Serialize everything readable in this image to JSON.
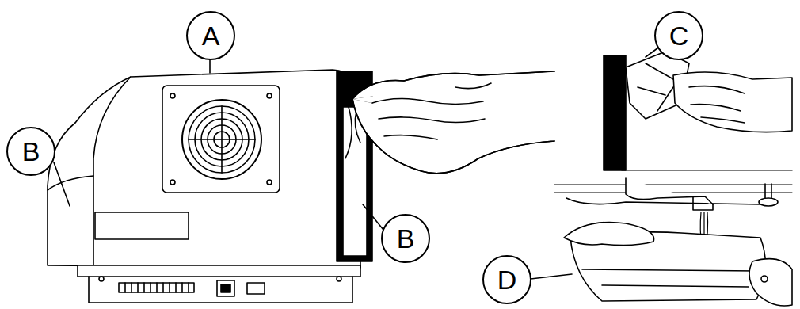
{
  "diagram": {
    "nodes": [
      {
        "text": [
          "A"
        ]
      },
      {
        "text": [
          "B"
        ]
      },
      {
        "text": [
          "B"
        ]
      },
      {
        "text": [
          "C"
        ]
      },
      {
        "text": [
          "D"
        ]
      }
    ]
  }
}
